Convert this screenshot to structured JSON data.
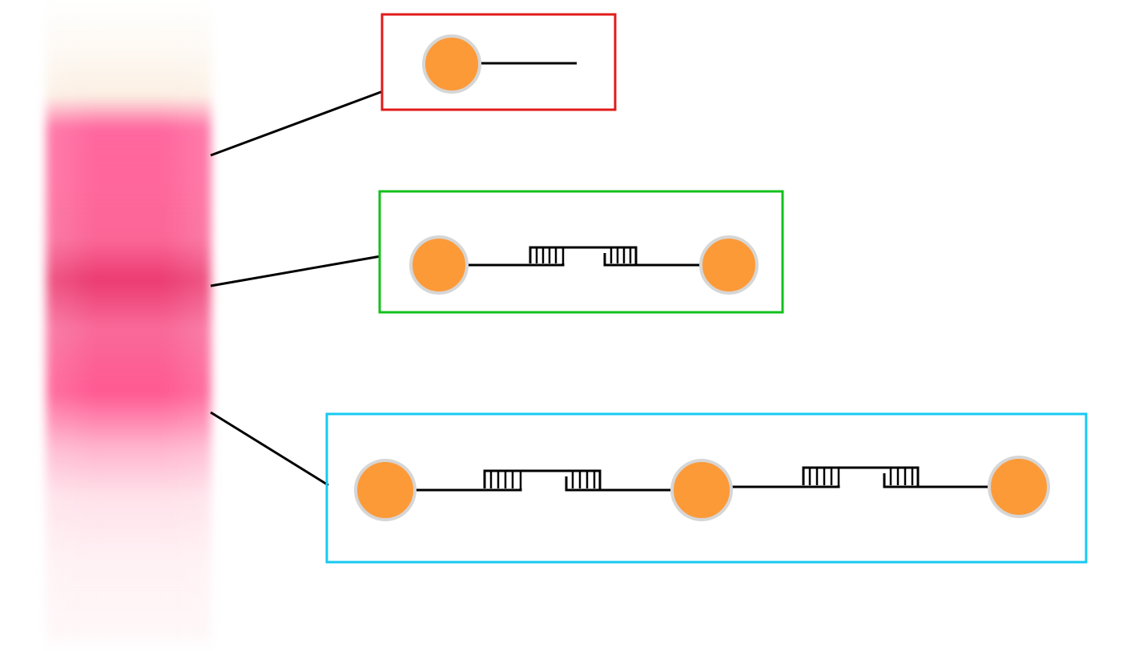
{
  "colors": {
    "background": "#ffffff",
    "monomer_fill": "#fd9a38",
    "monomer_stroke": "#d6d6d6",
    "linker": "#000000",
    "box_monomer": "#e11b1b",
    "box_dimer": "#11c11b",
    "box_trimer": "#17c8f2",
    "gel_band": "#ff5a96"
  },
  "bands": [
    {
      "id": "monomer",
      "box_color_key": "box_monomer",
      "units": 1
    },
    {
      "id": "dimer",
      "box_color_key": "box_dimer",
      "units": 2
    },
    {
      "id": "trimer",
      "box_color_key": "box_trimer",
      "units": 3
    }
  ]
}
